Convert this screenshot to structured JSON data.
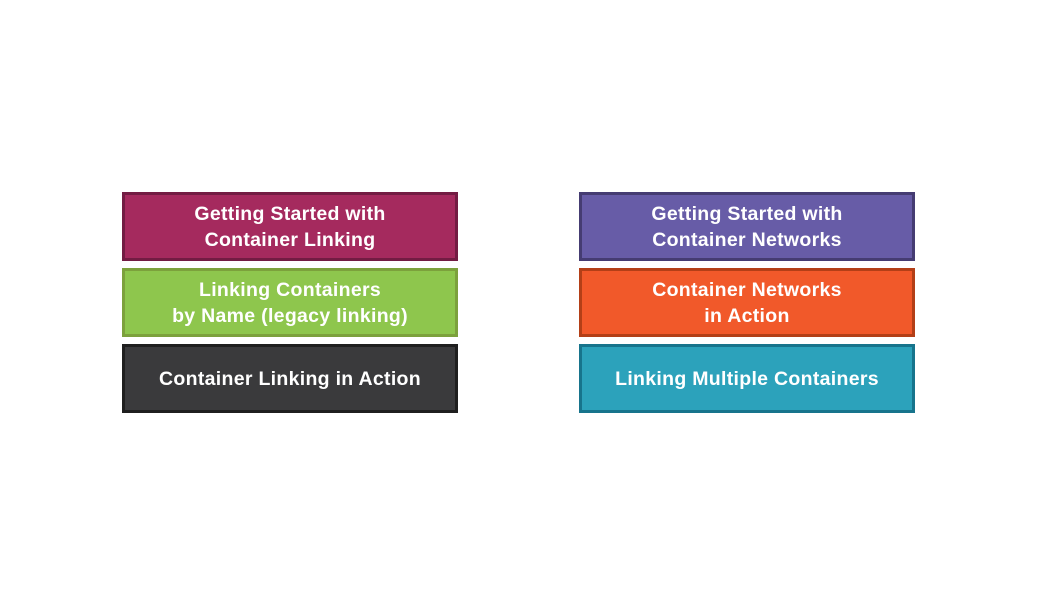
{
  "page": {
    "background_color": "#ffffff",
    "text_color": "#ffffff"
  },
  "columns": [
    {
      "name": "container-linking",
      "boxes": [
        {
          "lines": [
            "Getting Started with",
            "Container Linking"
          ],
          "fill": "#a52a5e",
          "border": "#731c43",
          "text_color": "#ffffff"
        },
        {
          "lines": [
            "Linking Containers",
            "by Name (legacy linking)"
          ],
          "fill": "#8ec64d",
          "border": "#7ca13c",
          "text_color": "#ffffff"
        },
        {
          "lines": [
            "Container Linking in Action"
          ],
          "fill": "#3a3a3c",
          "border": "#1f1f1f",
          "text_color": "#ffffff"
        }
      ]
    },
    {
      "name": "container-networks",
      "boxes": [
        {
          "lines": [
            "Getting Started with",
            "Container Networks"
          ],
          "fill": "#675ca7",
          "border": "#453c72",
          "text_color": "#ffffff"
        },
        {
          "lines": [
            "Container Networks",
            "in Action"
          ],
          "fill": "#f1592a",
          "border": "#b33f17",
          "text_color": "#ffffff"
        },
        {
          "lines": [
            "Linking Multiple Containers"
          ],
          "fill": "#2ca2bb",
          "border": "#17748c",
          "text_color": "#ffffff"
        }
      ]
    }
  ]
}
